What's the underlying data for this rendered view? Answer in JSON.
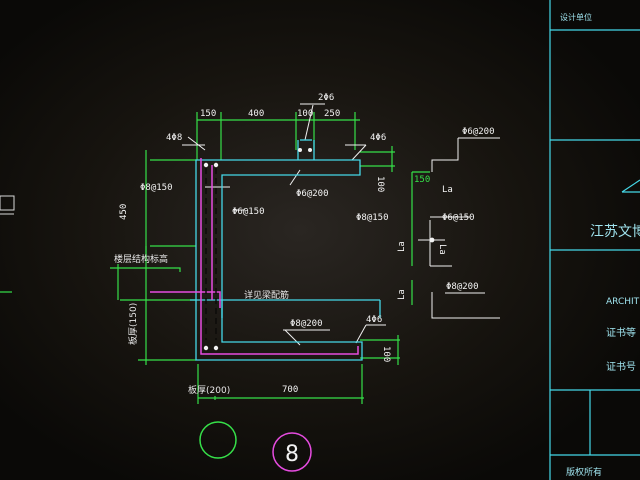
{
  "dimensions": {
    "top": [
      "150",
      "400",
      "100",
      "250"
    ],
    "top_right": "100",
    "left": "450",
    "right": "100",
    "bottom": "700"
  },
  "rebar": {
    "top_4": "2Φ6",
    "left_top": "4Φ8",
    "right_top": "4Φ6",
    "left_mid": "Φ8@150",
    "top_mid": "Φ6@200",
    "center": "Φ6@150",
    "bottom_mid": "Φ8@200",
    "bottom_right": "4Φ6"
  },
  "notes": {
    "floor": "楼层结构标高",
    "match": "详见梁配筋",
    "side_height": "板厚(150)",
    "bottom_thickness": "板厚(200)"
  },
  "detail": {
    "top": "Φ6@200",
    "lab": "150",
    "la": "La",
    "mid": "Φ8@150",
    "mid2": "Φ6@150",
    "la_left": "La",
    "la_right": "La",
    "bottom": "Φ8@200",
    "la_bottom": "La"
  },
  "bubble": {
    "number": "8"
  },
  "title_block": {
    "design_unit": "设计单位",
    "company": "江苏文博",
    "arch": "ARCHIT",
    "cert_level": "证书等",
    "cert_no": "证书号",
    "copyright": "版权所有"
  }
}
